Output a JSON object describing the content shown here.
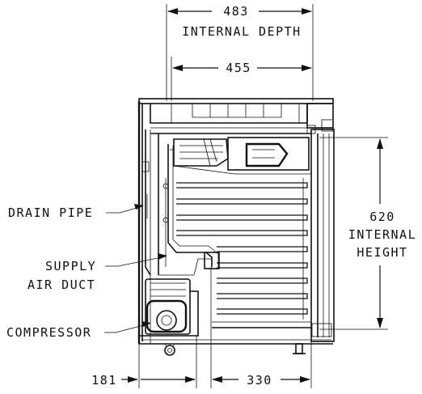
{
  "dimensions": {
    "internal_depth_value": "483",
    "internal_depth_label": "INTERNAL DEPTH",
    "inner_width_value": "455",
    "internal_height_value": "620",
    "internal_height_label_1": "INTERNAL",
    "internal_height_label_2": "HEIGHT",
    "bottom_left_value": "181",
    "bottom_right_value": "330"
  },
  "callouts": {
    "drain_pipe": "DRAIN PIPE",
    "supply_air_duct_1": "SUPPLY",
    "supply_air_duct_2": "AIR DUCT",
    "compressor": "COMPRESSOR"
  }
}
